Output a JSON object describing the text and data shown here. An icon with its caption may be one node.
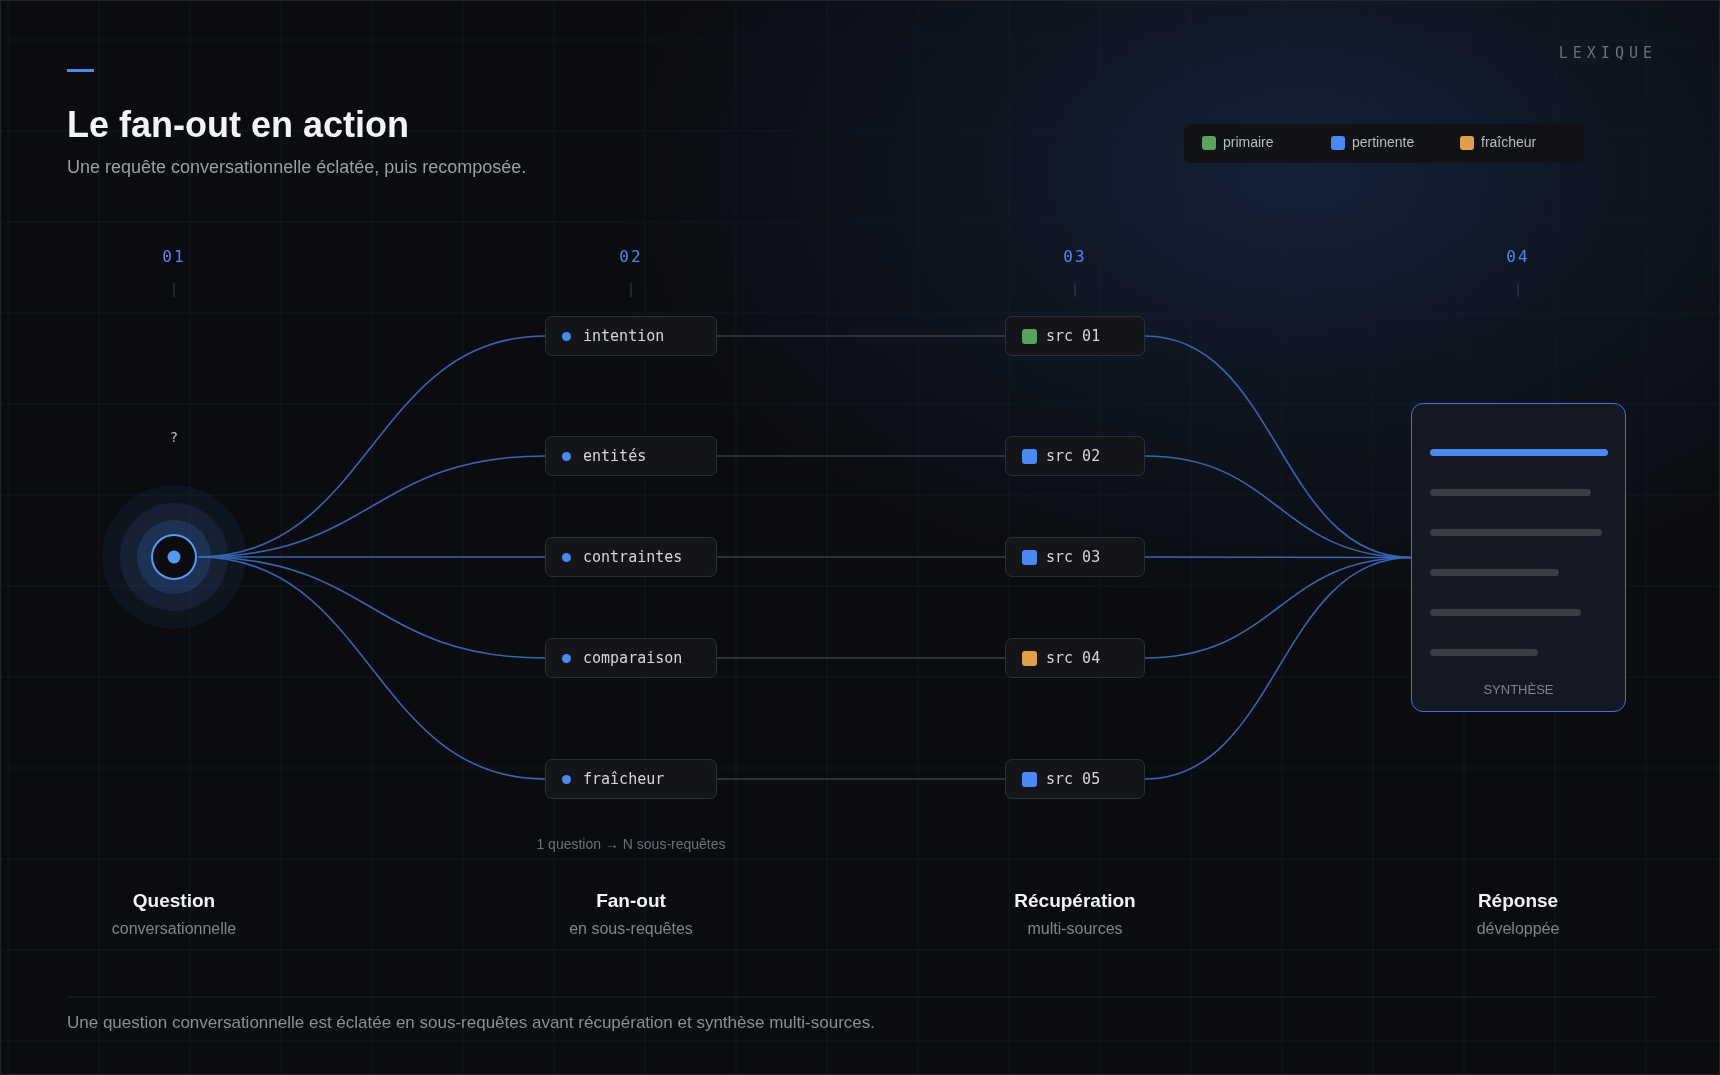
{
  "diagram": {
    "title": "Le fan-out en action",
    "caption": "Une question conversationnelle est éclatée en sous-requêtes avant récupération et synthèse multi-sources.",
    "nodes": [
      {
        "text": [],
        "shape": "circle"
      },
      {
        "text": [
          "intention"
        ]
      },
      {
        "text": [
          "entités"
        ]
      },
      {
        "text": [
          "contraintes"
        ]
      },
      {
        "text": [
          "comparaison"
        ]
      },
      {
        "text": [
          "fraîcheur"
        ]
      },
      {
        "text": [
          "src 01"
        ]
      },
      {
        "text": [
          "src 02"
        ]
      },
      {
        "text": [
          "src 03"
        ]
      },
      {
        "text": [
          "src 04"
        ]
      },
      {
        "text": [
          "src 05"
        ]
      },
      {
        "text": [
          "SYNTHÈSE"
        ]
      }
    ],
    "edges": [
      {
        "from": 0,
        "to": 1,
        "arrow": "none"
      },
      {
        "from": 0,
        "to": 2,
        "arrow": "none"
      },
      {
        "from": 0,
        "to": 3,
        "arrow": "none"
      },
      {
        "from": 0,
        "to": 4,
        "arrow": "none"
      },
      {
        "from": 0,
        "to": 5,
        "arrow": "none"
      },
      {
        "from": 1,
        "to": 6,
        "arrow": "none",
        "color": "#3a3f4a"
      },
      {
        "from": 2,
        "to": 7,
        "arrow": "none",
        "color": "#3a3f4a"
      },
      {
        "from": 3,
        "to": 8,
        "arrow": "none",
        "color": "#3a3f4a"
      },
      {
        "from": 4,
        "to": 9,
        "arrow": "none",
        "color": "#3a3f4a"
      },
      {
        "from": 5,
        "to": 10,
        "arrow": "none",
        "color": "#3a3f4a"
      },
      {
        "from": 6,
        "to": 11,
        "arrow": "none"
      },
      {
        "from": 7,
        "to": 11,
        "arrow": "none"
      },
      {
        "from": 8,
        "to": 11,
        "arrow": "none"
      },
      {
        "from": 9,
        "to": 11,
        "arrow": "none"
      },
      {
        "from": 10,
        "to": 11,
        "arrow": "none"
      }
    ],
    "labels": [
      "LEXIQUE",
      "Une requête conversationnelle éclatée, puis recomposée.",
      "01",
      "02",
      "03",
      "04",
      "?",
      "1 question → N sous-requêtes",
      "Question",
      "conversationnelle",
      "Fan-out",
      "en sous-requêtes",
      "Récupération",
      "multi-sources",
      "Réponse",
      "développée"
    ],
    "legend": [
      {
        "text": "primaire",
        "color": "#5aa35f"
      },
      {
        "text": "pertinente",
        "color": "#4a8af0"
      },
      {
        "text": "fraîcheur",
        "color": "#e0a04a"
      }
    ]
  }
}
